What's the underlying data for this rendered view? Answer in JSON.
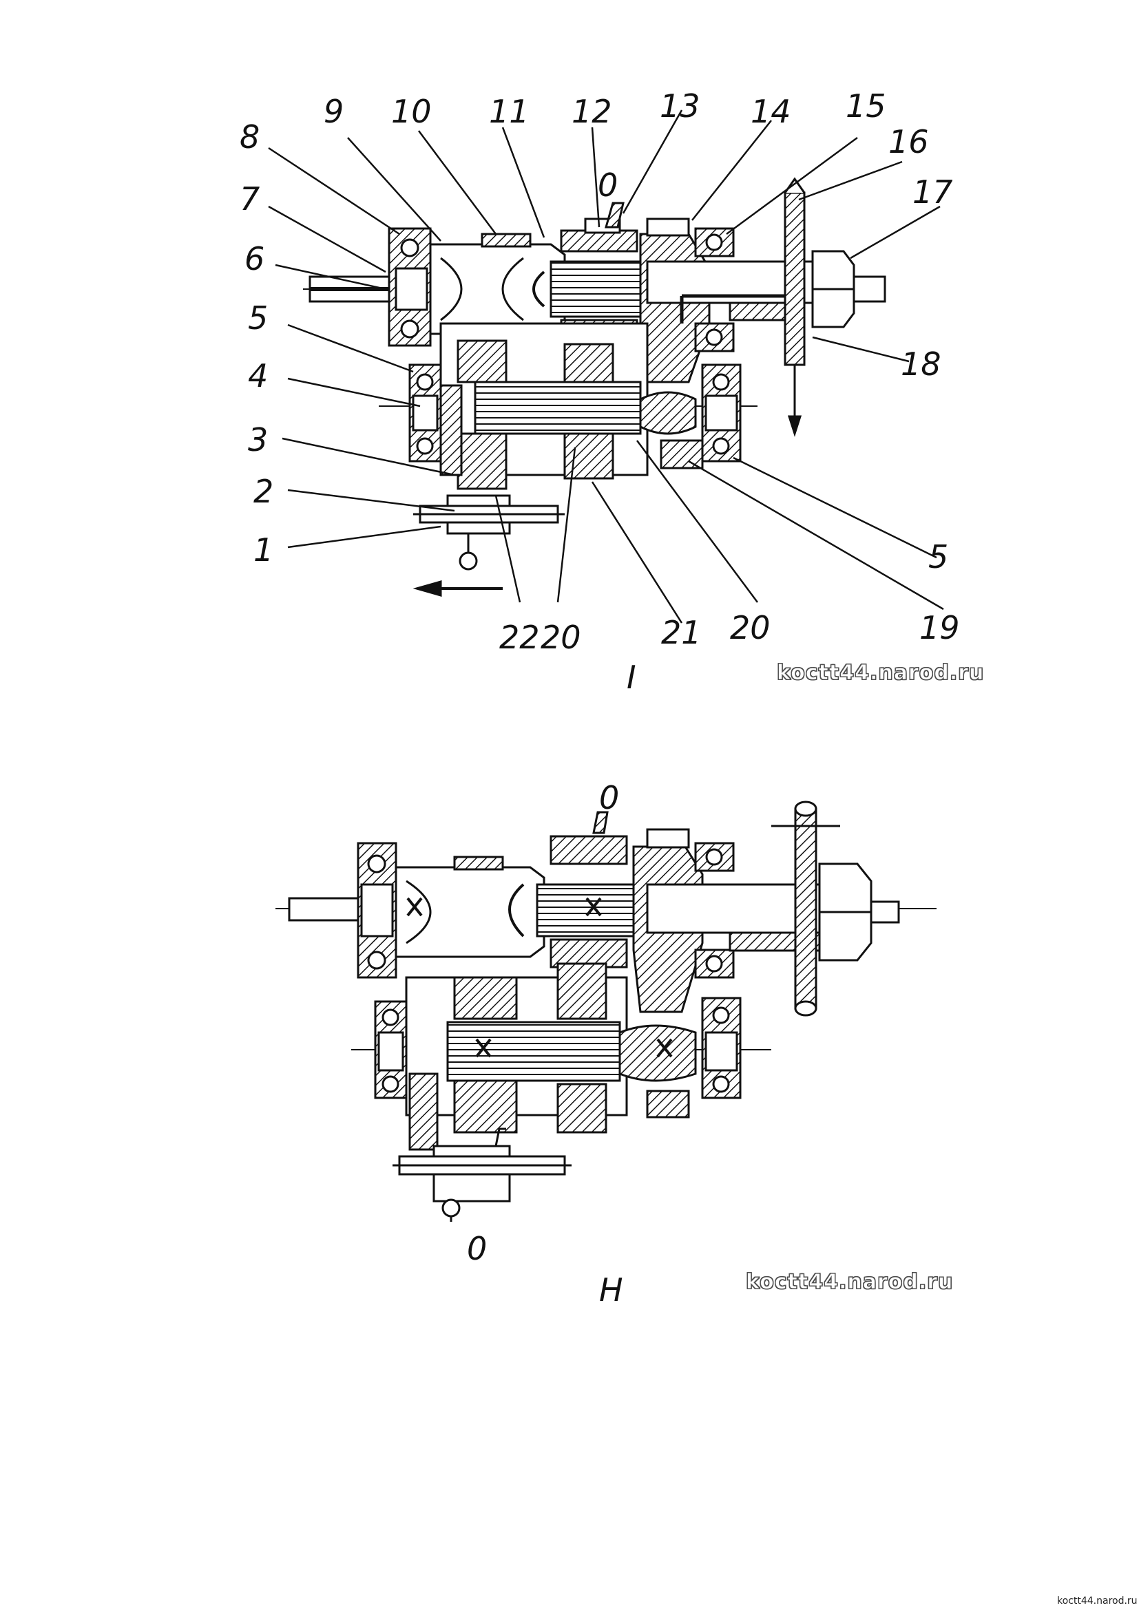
{
  "figures": {
    "fig1": {
      "caption": "I",
      "marker_zero": "0",
      "watermark": "koctt44.narod.ru",
      "labels": [
        "1",
        "2",
        "3",
        "4",
        "5",
        "5",
        "6",
        "7",
        "8",
        "9",
        "10",
        "11",
        "12",
        "13",
        "14",
        "15",
        "16",
        "17",
        "18",
        "19",
        "20",
        "20",
        "21",
        "22"
      ]
    },
    "fig2": {
      "caption": "H",
      "marker_zero_top": "0",
      "marker_zero_bottom": "0",
      "watermark": "koctt44.narod.ru"
    }
  },
  "page_watermark": "koctt44.narod.ru"
}
